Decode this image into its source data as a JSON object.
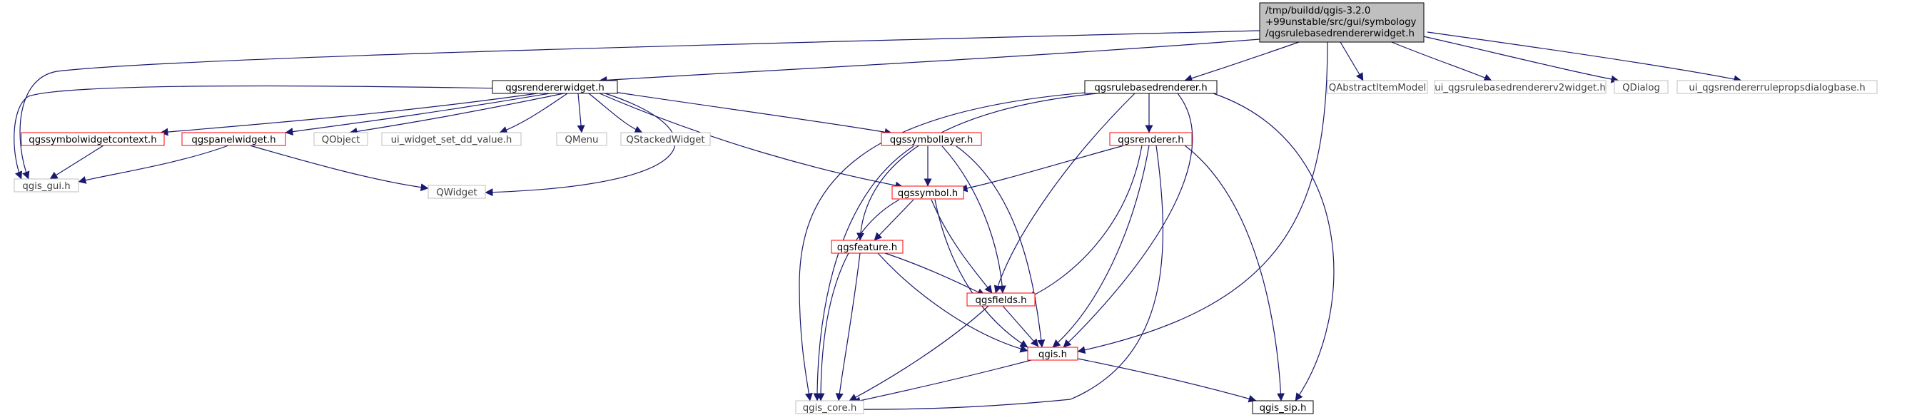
{
  "graph": {
    "root": {
      "lines": [
        "/tmp/buildd/qgis-3.2.0",
        "+99unstable/src/gui/symbology",
        "/qgsrulebasedrendererwidget.h"
      ]
    },
    "nodes": {
      "qgsrendererwidget": "qgsrendererwidget.h",
      "qgsrulebasedrenderer": "qgsrulebasedrenderer.h",
      "qabstractitemmodel": "QAbstractItemModel",
      "ui_qgsrulebasedrendererv2widget": "ui_qgsrulebasedrendererv2widget.h",
      "qdialog": "QDialog",
      "ui_qgsrendererrulepropsdialogbase": "ui_qgsrendererrulepropsdialogbase.h",
      "qgssymbolwidgetcontext": "qgssymbolwidgetcontext.h",
      "qgspanelwidget": "qgspanelwidget.h",
      "qobject": "QObject",
      "ui_widget_set_dd_value": "ui_widget_set_dd_value.h",
      "qmenu": "QMenu",
      "qstackedwidget": "QStackedWidget",
      "qgssymbollayer": "qgssymbollayer.h",
      "qgsrenderer": "qgsrenderer.h",
      "qgis_gui": "qgis_gui.h",
      "qwidget": "QWidget",
      "qgssymbol": "qgssymbol.h",
      "qgsfeature": "qgsfeature.h",
      "qgsfields": "qgsfields.h",
      "qgis": "qgis.h",
      "qgis_core": "qgis_core.h",
      "qgis_sip": "qgis_sip.h"
    },
    "colors": {
      "edge": "#191970",
      "border_main": "#000000",
      "border_incomplete": "#ff0000",
      "border_external": "#bfbfbf",
      "root_fill": "#bfbfbf",
      "text_main": "#000000",
      "text_external": "#404040"
    }
  }
}
